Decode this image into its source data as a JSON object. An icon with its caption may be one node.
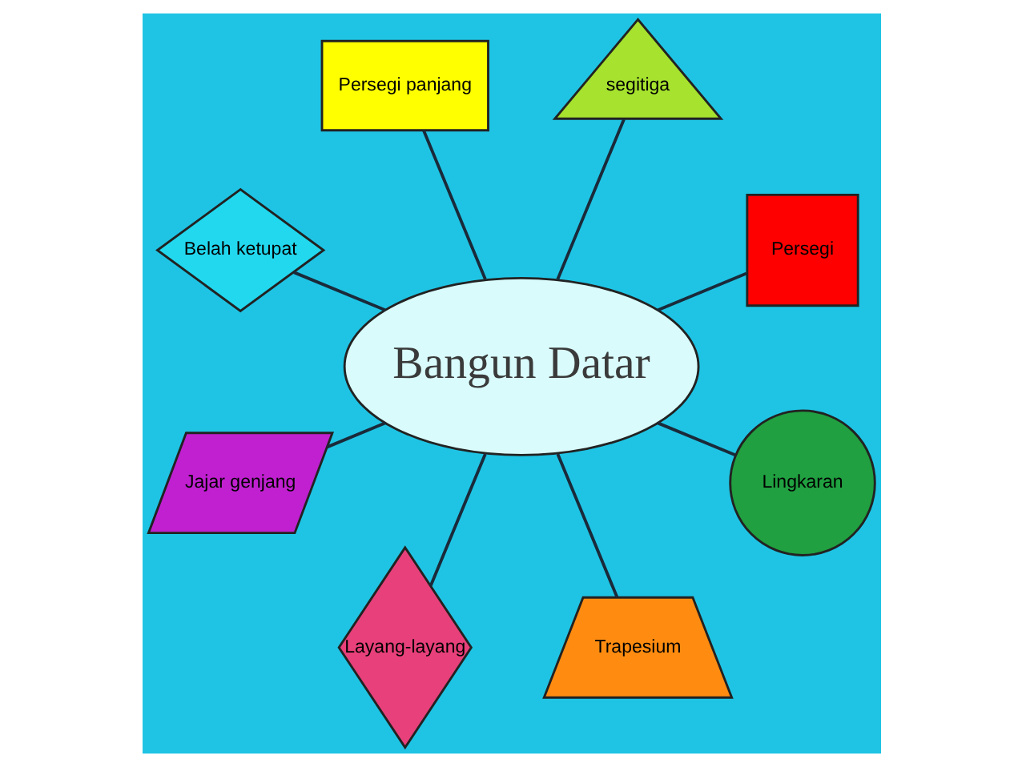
{
  "diagram": {
    "nodes": [
      {
        "text": [
          "Persegi"
        ]
      },
      {
        "text": [
          "segitiga"
        ]
      },
      {
        "text": [
          "Persegi panjang"
        ]
      },
      {
        "text": [
          "Belah ketupat"
        ]
      },
      {
        "text": [
          "Bangun Datar"
        ]
      },
      {
        "text": [
          "Jajar genjang"
        ]
      },
      {
        "text": [
          "Layang-layang"
        ]
      },
      {
        "text": [
          "Trapesium"
        ]
      },
      {
        "text": [
          "Lingkaran"
        ]
      }
    ],
    "edges": [
      {
        "from": 4,
        "to": 0,
        "arrow": "none"
      },
      {
        "from": 4,
        "to": 1,
        "arrow": "none"
      },
      {
        "from": 4,
        "to": 2,
        "arrow": "none"
      },
      {
        "from": 4,
        "to": 3,
        "arrow": "none"
      },
      {
        "from": 4,
        "to": 5,
        "arrow": "none"
      },
      {
        "from": 4,
        "to": 6,
        "arrow": "none"
      },
      {
        "from": 4,
        "to": 7,
        "arrow": "none"
      },
      {
        "from": 4,
        "to": 8,
        "arrow": "none"
      }
    ]
  }
}
